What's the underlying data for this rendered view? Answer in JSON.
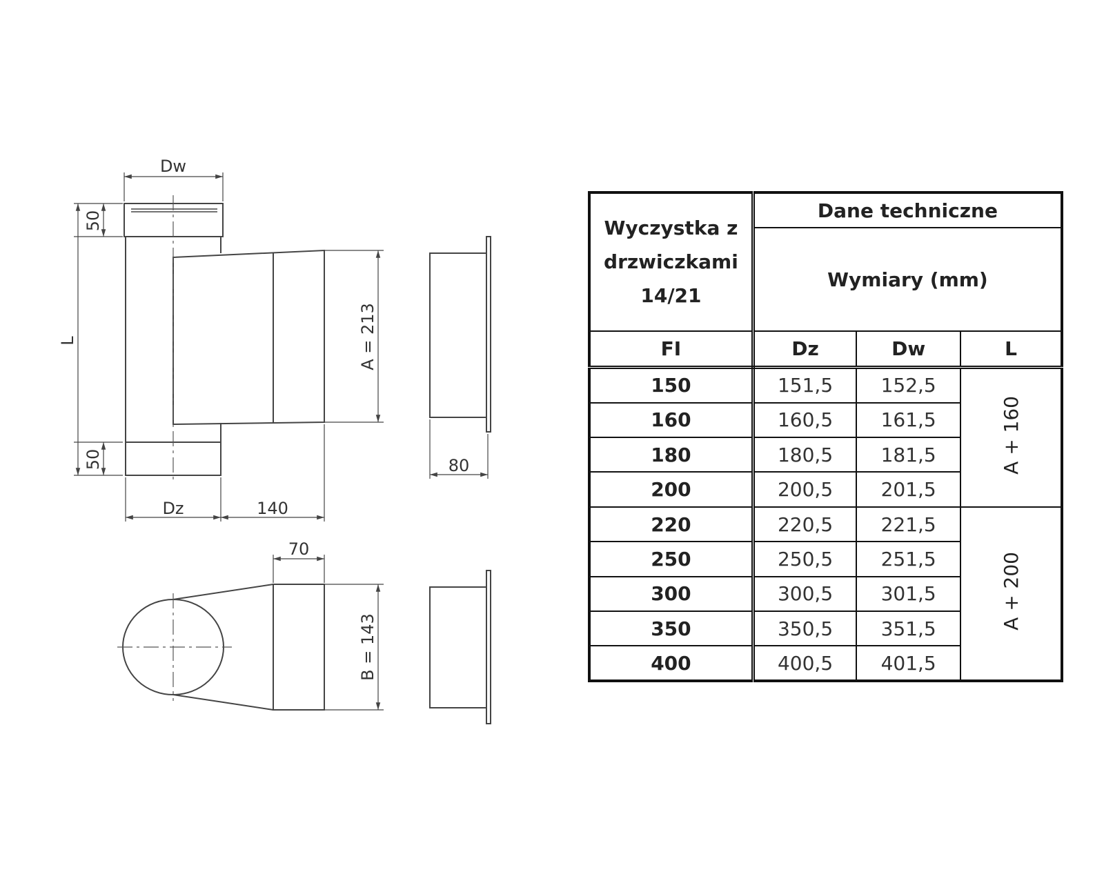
{
  "drawing": {
    "labels": {
      "dw": "Dw",
      "dz": "Dz",
      "top_collar": "50",
      "bottom_collar": "50",
      "length": "L",
      "a_dim": "A = 213",
      "b_dim": "B = 143",
      "offset_140": "140",
      "depth_80": "80",
      "width_70": "70"
    }
  },
  "table": {
    "title_lines": [
      "Wyczystka z",
      "drzwiczkami",
      "14/21"
    ],
    "section_header": "Dane techniczne",
    "dimensions_header": "Wymiary (mm)",
    "columns": [
      "FI",
      "Dz",
      "Dw",
      "L"
    ],
    "rows": [
      {
        "fi": "150",
        "dz": "151,5",
        "dw": "152,5"
      },
      {
        "fi": "160",
        "dz": "160,5",
        "dw": "161,5"
      },
      {
        "fi": "180",
        "dz": "180,5",
        "dw": "181,5"
      },
      {
        "fi": "200",
        "dz": "200,5",
        "dw": "201,5"
      },
      {
        "fi": "220",
        "dz": "220,5",
        "dw": "221,5"
      },
      {
        "fi": "250",
        "dz": "250,5",
        "dw": "251,5"
      },
      {
        "fi": "300",
        "dz": "300,5",
        "dw": "301,5"
      },
      {
        "fi": "350",
        "dz": "350,5",
        "dw": "351,5"
      },
      {
        "fi": "400",
        "dz": "400,5",
        "dw": "401,5"
      }
    ],
    "l_groups": [
      "A + 160",
      "A + 200"
    ]
  }
}
